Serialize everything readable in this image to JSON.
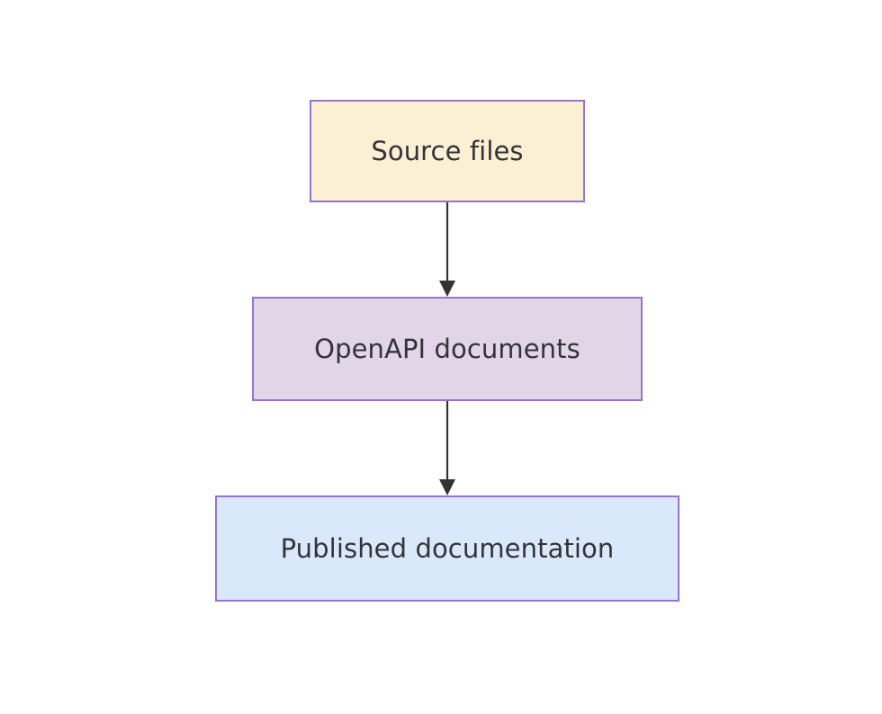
{
  "diagram": {
    "type": "flowchart",
    "direction": "top-to-bottom",
    "background_color": "#ffffff",
    "node_border_color": "#9673d1",
    "edge_color": "#333333",
    "text_color": "#333338",
    "nodes": [
      {
        "id": "source-files",
        "label": "Source files",
        "fill_color": "#fbf0d3",
        "border_color": "#9673d1"
      },
      {
        "id": "openapi-documents",
        "label": "OpenAPI documents",
        "fill_color": "#e1d5e7",
        "border_color": "#9673d1"
      },
      {
        "id": "published-documentation",
        "label": "Published documentation",
        "fill_color": "#dae8fc",
        "border_color": "#9673d1"
      }
    ],
    "edges": [
      {
        "id": "edge-source-to-openapi",
        "from": "source-files",
        "to": "openapi-documents",
        "label": "",
        "arrowhead": "solid-triangle"
      },
      {
        "id": "edge-openapi-to-published",
        "from": "openapi-documents",
        "to": "published-documentation",
        "label": "",
        "arrowhead": "solid-triangle"
      }
    ]
  }
}
